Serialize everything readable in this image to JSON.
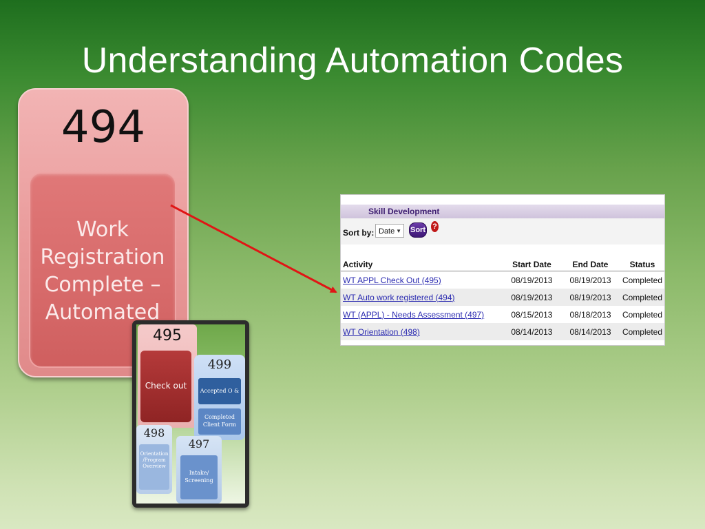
{
  "slide": {
    "title": "Understanding Automation Codes"
  },
  "code_card": {
    "number": "494",
    "description_lines": [
      "Work",
      "Registration",
      "Complete –",
      "Automated"
    ]
  },
  "thumbnail": {
    "tile_495": {
      "number": "495",
      "label": "Check out"
    },
    "tile_499": {
      "number": "499",
      "item1": "Accepted O & O",
      "item2_lines": [
        "Completed",
        "Client Form"
      ]
    },
    "tile_498": {
      "number": "498",
      "item_lines": [
        "Orientation",
        "/Program",
        "Overview"
      ]
    },
    "tile_497": {
      "number": "497",
      "item_lines": [
        "Intake/",
        "Screening"
      ]
    }
  },
  "panel": {
    "section_title": "Skill Development",
    "sort_label": "Sort by:",
    "sort_value": "Date",
    "sort_button": "Sort",
    "help_glyph": "?",
    "columns": [
      "Activity",
      "Start Date",
      "End Date",
      "Status"
    ],
    "rows": [
      {
        "activity": "WT APPL Check Out (495)",
        "start": "08/19/2013",
        "end": "08/19/2013",
        "status": "Completed"
      },
      {
        "activity": "WT Auto work registered (494)",
        "start": "08/19/2013",
        "end": "08/19/2013",
        "status": "Completed"
      },
      {
        "activity": "WT (APPL) - Needs Assessment (497)",
        "start": "08/15/2013",
        "end": "08/18/2013",
        "status": "Completed"
      },
      {
        "activity": "WT Orientation (498)",
        "start": "08/14/2013",
        "end": "08/14/2013",
        "status": "Completed"
      }
    ]
  },
  "colors": {
    "arrow": "#e01515",
    "card": "#e99a9a",
    "header_text": "#3d1d70"
  }
}
